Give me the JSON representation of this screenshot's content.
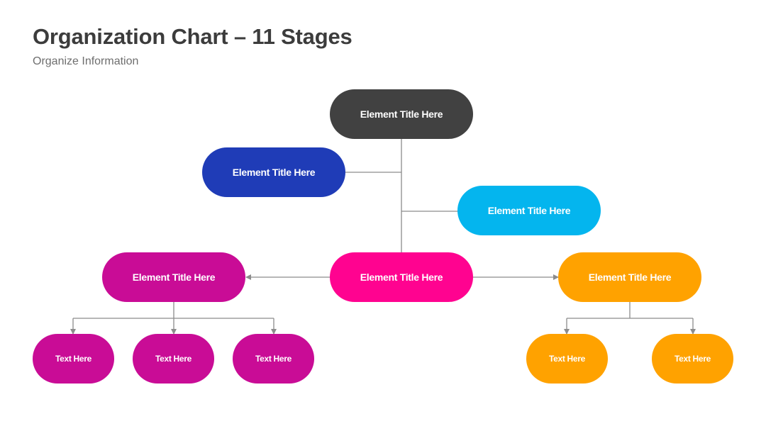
{
  "header": {
    "title": "Organization Chart – 11 Stages",
    "subtitle": "Organize Information"
  },
  "colors": {
    "dark": "#414141",
    "blue": "#1f3cb7",
    "cyan": "#04b5ee",
    "magenta": "#ff0390",
    "purple": "#c90c96",
    "orange": "#ffa200",
    "connector": "#8c8c8c"
  },
  "nodes": {
    "top": {
      "label": "Element Title Here",
      "color": "#414141"
    },
    "left_branch": {
      "label": "Element Title Here",
      "color": "#1f3cb7"
    },
    "right_branch": {
      "label": "Element Title Here",
      "color": "#04b5ee"
    },
    "center": {
      "label": "Element Title Here",
      "color": "#ff0390"
    },
    "left_group": {
      "label": "Element Title Here",
      "color": "#c90c96",
      "children": [
        {
          "label": "Text Here"
        },
        {
          "label": "Text Here"
        },
        {
          "label": "Text Here"
        }
      ]
    },
    "right_group": {
      "label": "Element Title Here",
      "color": "#ffa200",
      "children": [
        {
          "label": "Text Here"
        },
        {
          "label": "Text Here"
        }
      ]
    }
  }
}
